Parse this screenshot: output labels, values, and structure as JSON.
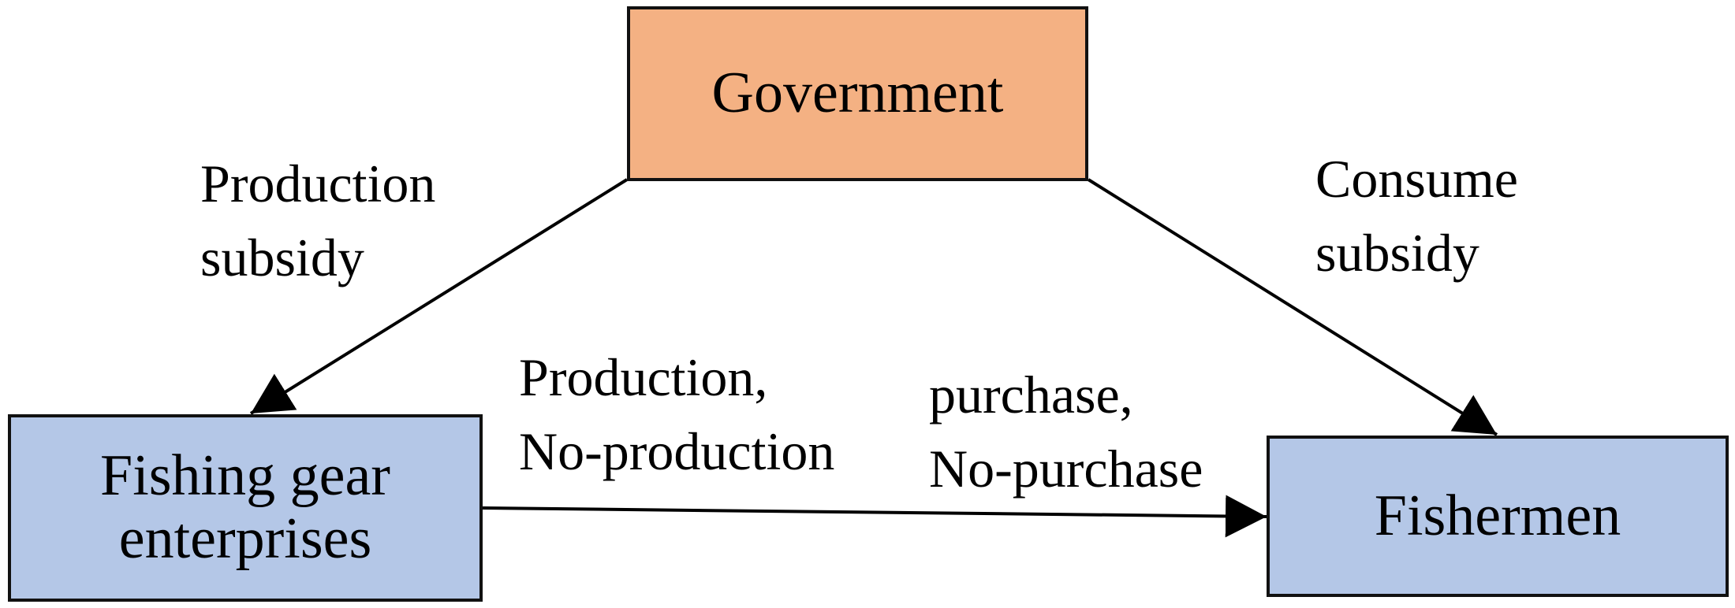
{
  "nodes": {
    "government": "Government",
    "enterprises": [
      "Fishing gear",
      "enterprises"
    ],
    "fishermen": "Fishermen"
  },
  "edge_labels": {
    "production_subsidy": [
      "Production",
      "subsidy"
    ],
    "consume_subsidy": [
      "Consume",
      "subsidy"
    ],
    "production_choice": [
      "Production,",
      "No-production"
    ],
    "purchase_choice": [
      "purchase,",
      "No-purchase"
    ]
  },
  "colors": {
    "government_fill": "#f4b183",
    "actor_fill": "#b4c7e7",
    "stroke": "#111111"
  }
}
